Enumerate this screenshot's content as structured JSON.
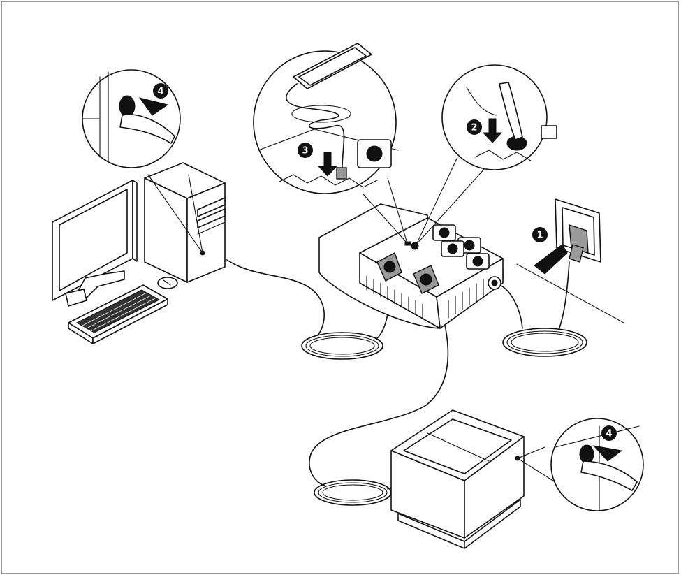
{
  "steps": {
    "step1": "1",
    "step2": "2",
    "step3": "3",
    "step4_computer": "4",
    "step4_printer": "4"
  },
  "icons": {
    "frame": "border-frame",
    "ups": "ups-power-strip",
    "computer_tower": "computer-tower",
    "monitor": "monitor",
    "keyboard": "keyboard",
    "mouse": "mouse",
    "printer": "printer",
    "wall_socket": "wall-socket",
    "smartphone": "smartphone"
  },
  "colors": {
    "line": "#111111",
    "badge": "#111111",
    "plug": "#9a9a9a",
    "background": "#ffffff"
  }
}
